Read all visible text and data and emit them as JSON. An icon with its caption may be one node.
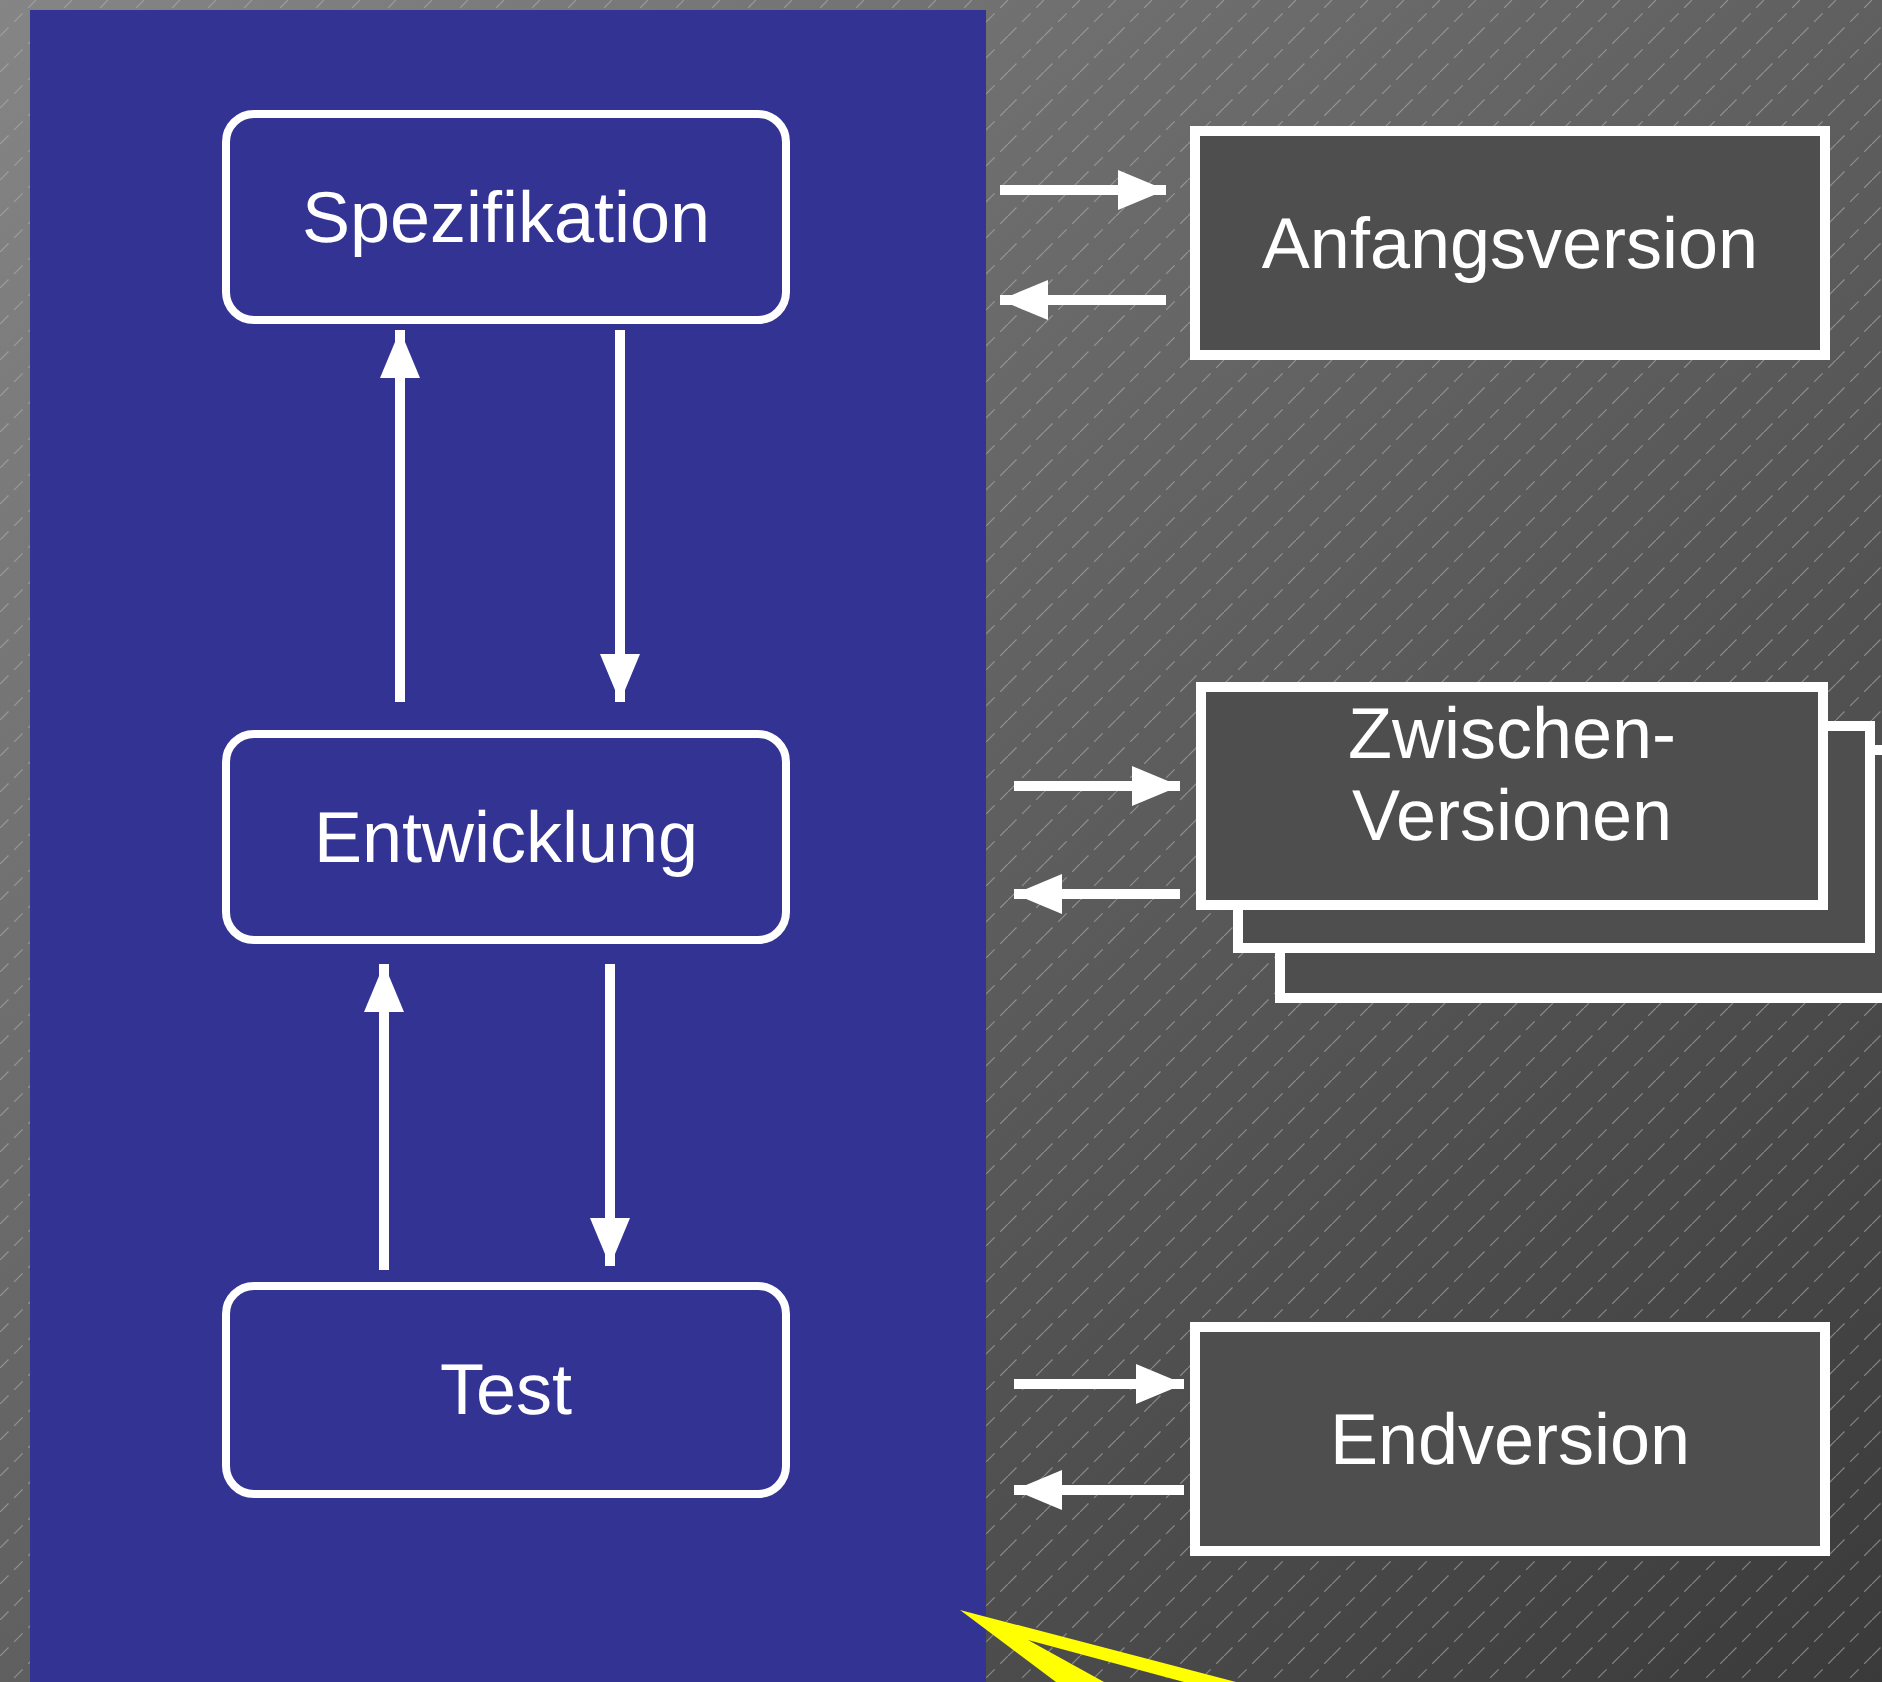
{
  "diagram": {
    "nodes": [
      {
        "text": [],
        "shape": "box"
      },
      {
        "text": [
          "Spezifikation"
        ],
        "in": 0
      },
      {
        "text": [
          "Entwicklung"
        ],
        "in": 0
      },
      {
        "text": [
          "Test"
        ],
        "in": 0
      },
      {
        "text": [
          "Anfangsversion"
        ]
      },
      {
        "text": [
          "Zwischen- Versionen"
        ]
      },
      {
        "text": [
          "Endversion"
        ]
      },
      {
        "text": [],
        "shape": "callout"
      }
    ],
    "edges": [
      {
        "from": 1,
        "to": 2,
        "arrow": "to"
      },
      {
        "from": 2,
        "to": 1,
        "arrow": "to"
      },
      {
        "from": 2,
        "to": 3,
        "arrow": "to"
      },
      {
        "from": 3,
        "to": 2,
        "arrow": "to"
      },
      {
        "from": 0,
        "to": 4,
        "arrow": "to"
      },
      {
        "from": 4,
        "to": 0,
        "arrow": "to"
      },
      {
        "from": 0,
        "to": 5,
        "arrow": "to"
      },
      {
        "from": 5,
        "to": 0,
        "arrow": "to"
      },
      {
        "from": 0,
        "to": 6,
        "arrow": "to"
      },
      {
        "from": 6,
        "to": 0,
        "arrow": "to"
      }
    ]
  }
}
